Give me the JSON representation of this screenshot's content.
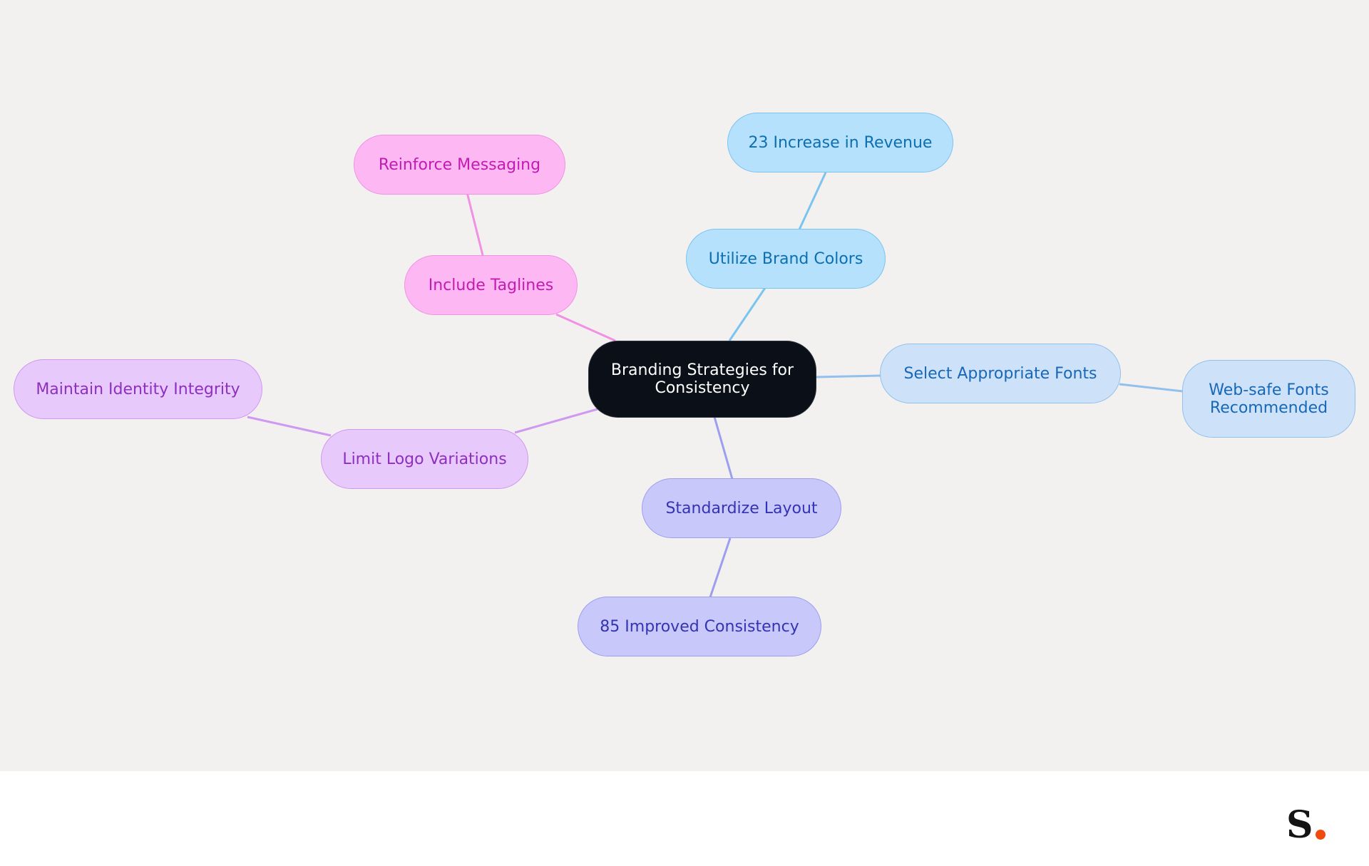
{
  "diagram": {
    "root": {
      "label": "Branding Strategies for Consistency"
    },
    "branches": [
      {
        "id": "include-taglines",
        "label": "Include Taglines",
        "color": "#f191e4",
        "children": [
          {
            "id": "reinforce-messaging",
            "label": "Reinforce Messaging"
          }
        ]
      },
      {
        "id": "utilize-brand-colors",
        "label": "Utilize Brand Colors",
        "color": "#7cc4f0",
        "children": [
          {
            "id": "increase-revenue",
            "label": "23 Increase in Revenue"
          }
        ]
      },
      {
        "id": "select-appropriate-fonts",
        "label": "Select Appropriate Fonts",
        "color": "#92c0ec",
        "children": [
          {
            "id": "web-safe-fonts",
            "label": "Web-safe Fonts Recommended"
          }
        ]
      },
      {
        "id": "standardize-layout",
        "label": "Standardize Layout",
        "color": "#9c9ef0",
        "children": [
          {
            "id": "improved-consistency",
            "label": "85 Improved Consistency"
          }
        ]
      },
      {
        "id": "limit-logo-variations",
        "label": "Limit Logo Variations",
        "color": "#cf98f1",
        "children": [
          {
            "id": "maintain-identity-integrity",
            "label": "Maintain Identity Integrity"
          }
        ]
      }
    ]
  },
  "brand": {
    "logo_letter": "S",
    "accent_color": "#f04a0c",
    "background": "#f3f1f0"
  }
}
